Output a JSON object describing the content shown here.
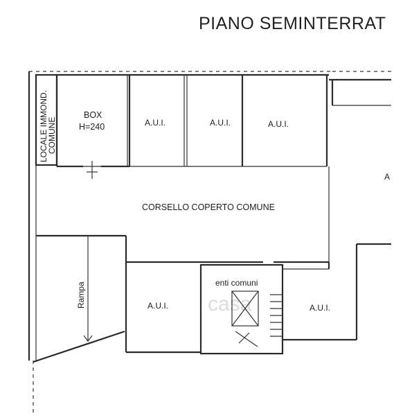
{
  "title": "PIANO SEMINTERRAT",
  "rooms": {
    "locale": {
      "line1": "LOCALE IMMOND.",
      "line2": "COMUNE"
    },
    "box": {
      "line1": "BOX",
      "line2": "H=240"
    },
    "aui_top": [
      "A.U.I.",
      "A.U.I.",
      "A.U.I."
    ],
    "edge_label": "A",
    "corridor": "CORSELLO  COPERTO COMUNE",
    "ramp": "Rampa",
    "aui_bottom_left": "A.U.I.",
    "common": "enti comuni",
    "aui_bottom_right": "A.U.I."
  },
  "watermark": "casa",
  "colors": {
    "line": "#2a2a2a",
    "watermark": "#d9d9d9"
  }
}
